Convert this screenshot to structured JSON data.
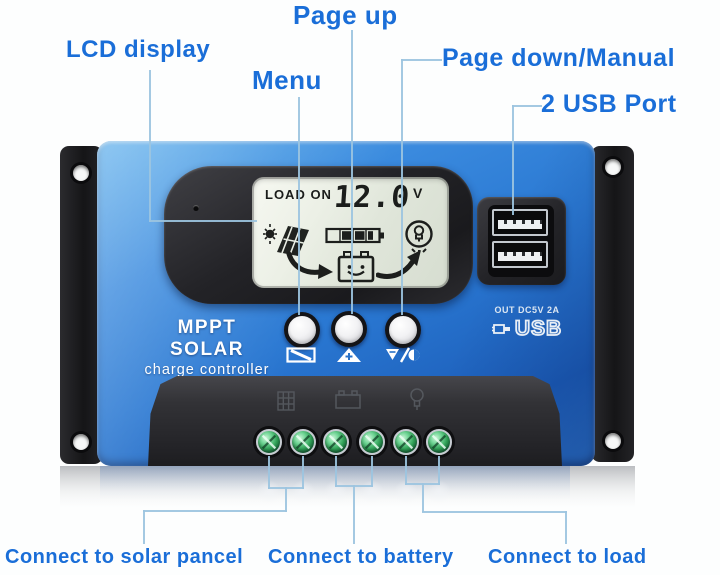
{
  "colors": {
    "label_blue": "#1a6ed8",
    "leader_line": "#9cc4e0",
    "body_blue_light": "#5fb0ec",
    "body_blue_dark": "#1b5cb8",
    "lcd_bg": "#e0e6da",
    "screw_green": "#2f9e55"
  },
  "callouts": {
    "lcd_display": "LCD display",
    "menu": "Menu",
    "page_up": "Page up",
    "page_down_manual": "Page down/Manual",
    "usb_ports": "2 USB Port",
    "solar": "Connect to solar pancel",
    "battery": "Connect to battery",
    "load": "Connect to load"
  },
  "device": {
    "brand": "MPPT SOLAR",
    "brand_sub": "charge controller",
    "lcd": {
      "status": "LOAD ON",
      "reading": "12.0",
      "unit": "V",
      "icons": [
        "sun-icon",
        "solar-panel-icon",
        "battery-level-icon",
        "lamp-icon",
        "flow-arrow-left-icon",
        "battery-smiley-icon",
        "flow-arrow-right-icon"
      ]
    },
    "usb": {
      "out_label": "OUT DC5V 2A",
      "logo": "USB",
      "port_count": 2
    },
    "buttons": [
      {
        "glyph": "load-battery-icon"
      },
      {
        "glyph": "plus-triangle-icon"
      },
      {
        "glyph": "minus-triangle-slash-moon-icon"
      }
    ],
    "terminals": {
      "count": 6,
      "group_icons": [
        "solar-panel-emboss-icon",
        "battery-emboss-icon",
        "bulb-emboss-icon"
      ]
    }
  }
}
